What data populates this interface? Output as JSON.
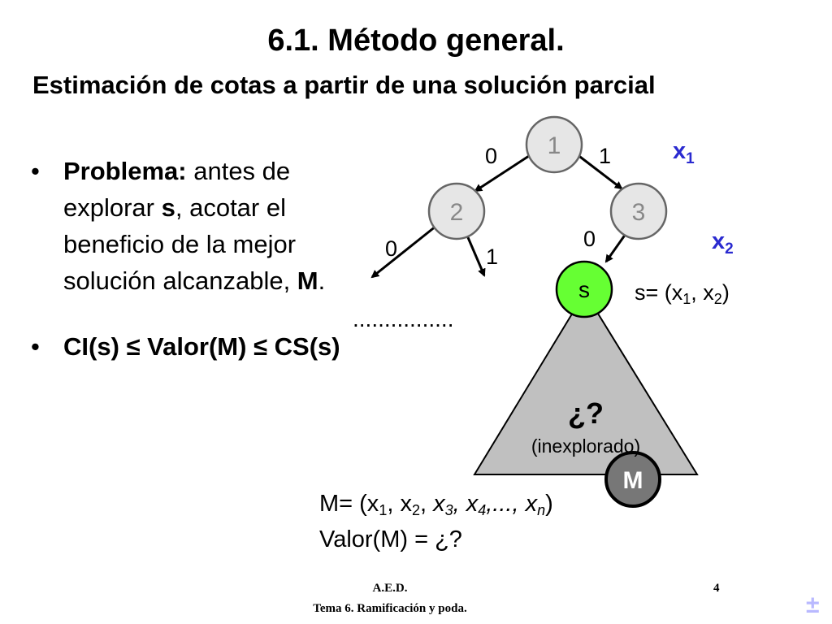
{
  "slide": {
    "title": "6.1. Método general.",
    "subtitle": "Estimación de cotas a partir de una solución parcial",
    "bullets": [
      {
        "parts": [
          {
            "text": "Problema:",
            "bold": true
          },
          {
            "text": " antes de explorar ",
            "bold": false
          },
          {
            "text": "s",
            "bold": true
          },
          {
            "text": ", acotar el beneficio de la mejor solución alcanzable, ",
            "bold": false
          },
          {
            "text": "M",
            "bold": true
          },
          {
            "text": ".",
            "bold": false
          }
        ]
      },
      {
        "parts": [
          {
            "text": "CI(s) ≤ Valor(M) ≤ CS(s)",
            "bold": true
          }
        ]
      }
    ]
  },
  "tree": {
    "nodes": {
      "n1": "1",
      "n2": "2",
      "n3": "3",
      "s": "s",
      "m": "M"
    },
    "edge_labels": {
      "n1_left": "0",
      "n1_right": "1",
      "n2_left": "0",
      "n2_right": "1",
      "n3_left": "0"
    },
    "level_labels": {
      "x1_base": "x",
      "x1_sub": "1",
      "x2_base": "x",
      "x2_sub": "2"
    },
    "dots": "................",
    "unexplored_q": "¿?",
    "unexplored_text": "(inexplorado)",
    "s_def": {
      "prefix": "s= (x",
      "s1": "1",
      "mid": ", x",
      "s2": "2",
      "suffix": ")"
    },
    "m_def": {
      "line1_parts": [
        "M= (x",
        "1",
        ", x",
        "2",
        ", ",
        "x",
        "3",
        ", ",
        "x",
        "4",
        ",..., ",
        "x",
        "n",
        ")"
      ],
      "line2": "Valor(M) = ¿?"
    },
    "colors": {
      "node_fill": "#e6e6e6",
      "node_stroke": "#666666",
      "node_text": "#888888",
      "s_fill": "#66ff33",
      "triangle_fill": "#c0c0c0",
      "m_fill": "#777777",
      "x_label": "#2a2ad0"
    }
  },
  "footer": {
    "course": "A.E.D.",
    "topic": "Tema 6. Ramificación y poda.",
    "page": "4",
    "nav_icon": "±"
  }
}
